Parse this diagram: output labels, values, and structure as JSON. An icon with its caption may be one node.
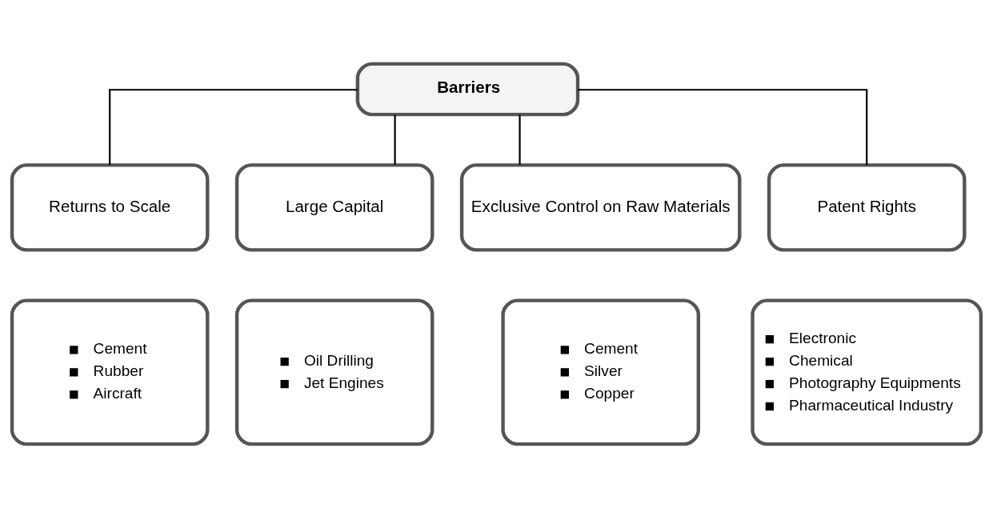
{
  "diagram": {
    "nodes": [
      {
        "text": [
          "Barriers"
        ]
      },
      {
        "text": [
          "Returns to Scale"
        ]
      },
      {
        "text": [
          "Large Capital"
        ]
      },
      {
        "text": [
          "Exclusive Control on Raw Materials"
        ]
      },
      {
        "text": [
          "Patent Rights"
        ]
      },
      {
        "text": [
          "Cement",
          "Rubber",
          "Aircraft"
        ]
      },
      {
        "text": [
          "Oil Drilling",
          "Jet Engines"
        ]
      },
      {
        "text": [
          "Cement",
          "Silver",
          "Copper"
        ]
      },
      {
        "text": [
          "Electronic",
          "Chemical",
          "Photography Equipments",
          "Pharmaceutical Industry"
        ]
      }
    ],
    "edges": [
      {
        "from": 0,
        "to": 1,
        "arrow": "none"
      },
      {
        "from": 0,
        "to": 2,
        "arrow": "none"
      },
      {
        "from": 0,
        "to": 3,
        "arrow": "none"
      },
      {
        "from": 0,
        "to": 4,
        "arrow": "none"
      }
    ]
  }
}
